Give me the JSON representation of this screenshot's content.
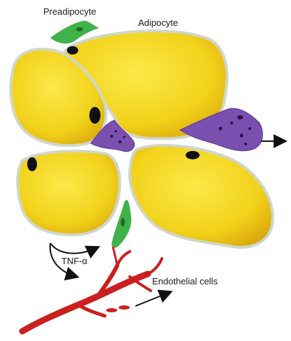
{
  "labels": {
    "preadipocyte": "Preadipocyte",
    "adipocyte": "Adipocyte",
    "tnf": "TNF-α",
    "endothelial": "Endothelial cells"
  },
  "colors": {
    "adipocyte_fill": "#f2d21a",
    "adipocyte_shade": "#d9a80c",
    "adipocyte_edge": "#cfd7c8",
    "nucleus": "#111111",
    "preadipocyte": "#3fb24a",
    "macrophage": "#7a4fb0",
    "vessel": "#cc1f1f",
    "arrow": "#111111"
  }
}
